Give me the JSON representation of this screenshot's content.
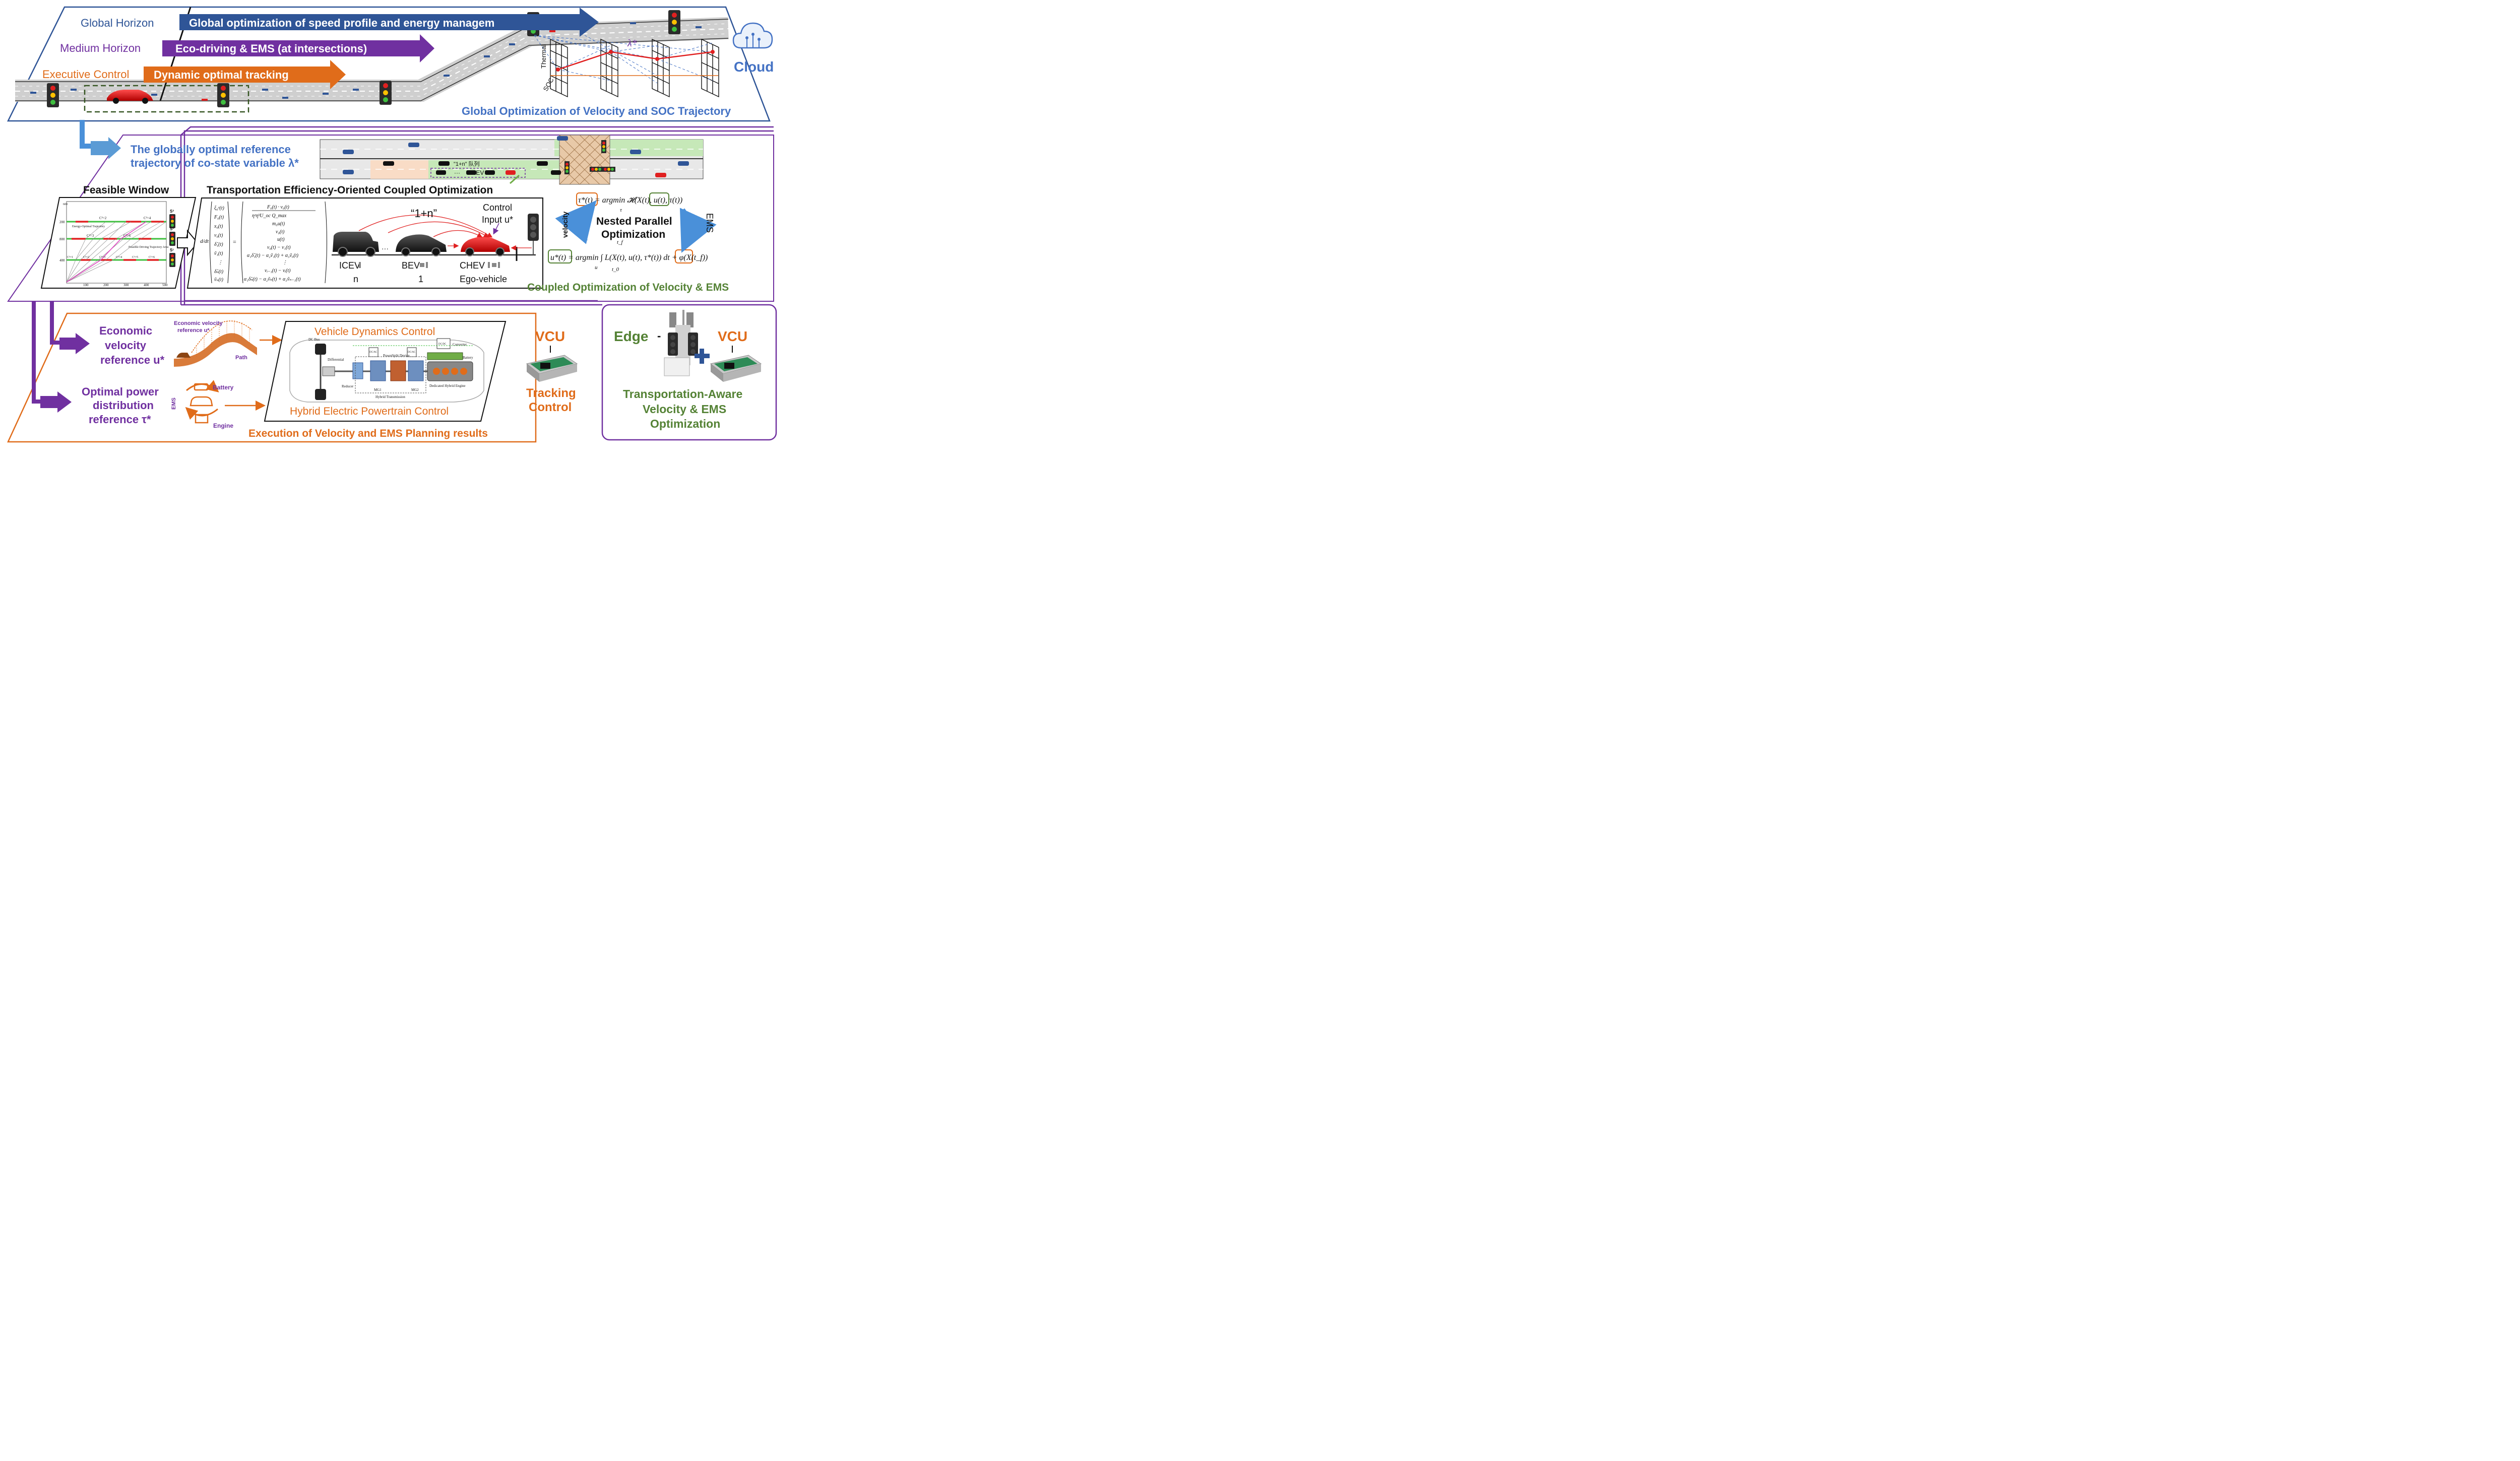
{
  "colors": {
    "blue": "#2f5597",
    "blue_text": "#4472c4",
    "purple": "#7030a0",
    "orange": "#e06c1a",
    "green": "#548235",
    "road": "#d9d9d9",
    "red": "#e02020"
  },
  "top": {
    "global_horizon": "Global Horizon",
    "medium_horizon": "Medium Horizon",
    "executive_control": "Executive Control",
    "arrow_global": "Global optimization of speed profile and energy managem",
    "arrow_medium": "Eco-driving & EMS (at intersections)",
    "arrow_dynamic": "Dynamic optimal tracking",
    "thermal": "Thermal",
    "soc": "SOC",
    "lambda": "λ*",
    "cloud_label": "Cloud",
    "title": "Global Optimization of Velocity and SOC Trajectory"
  },
  "middle": {
    "reference_line1": "The globally optimal reference",
    "reference_line2": "trajectory of co-state variable λ*",
    "feasible_window_title": "Feasible Window",
    "coupled_title": "Transportation Efficiency-Oriented Coupled Optimization",
    "platoon_label": "\"1+n\" 队列",
    "platoon_dots": "···",
    "platoon_chev": "CHEV",
    "platoon_quote": "“1+n”",
    "control_input": "Control",
    "control_input2": "Input u*",
    "icev": "ICEV",
    "icev_n": "n",
    "bev": "BEV",
    "bev_n": "1",
    "chev": "CHEV",
    "ego": "Ego-vehicle",
    "tau_eq": "τ*(t) = argmin 𝓗(X(t), u(t), τ(t))",
    "tau_sub": "τ",
    "u_eq": "u*(t) = argmin ∫ L(X(t), u(t), τ*(t)) dt + φ(X(t_f))",
    "u_sub": "u",
    "int_upper": "t_f",
    "int_lower": "t_0",
    "nested_line1": "Nested Parallel",
    "nested_line2": "Optimization",
    "velocity_label": "velocity",
    "ems_label": "EMS",
    "coupled_caption": "Coupled Optimization of Velocity & EMS"
  },
  "feasible_chart": {
    "y_ticks": [
      "600",
      "200",
      "800",
      "400"
    ],
    "x_ticks": [
      "100",
      "200",
      "300",
      "400",
      "500"
    ],
    "lane_labels": {
      "top": [
        "C³=2",
        "C³=4"
      ],
      "middle": [
        "C²=3",
        "C²=6"
      ],
      "bottom": [
        "C¹=1",
        "C¹=2",
        "C¹=3",
        "C¹=4",
        "C¹=5",
        "C¹=6"
      ]
    },
    "annotation_energy": "Energy-Optimal Trajectory",
    "annotation_feasible": "Feasible Driving Trajectory Area",
    "signals": [
      "S³",
      "S²",
      "S¹"
    ]
  },
  "equation": {
    "ddt": "d/dt",
    "lhs": [
      "ξ₀ᵉ(t)",
      "F₀(t)",
      "x₀(t)",
      "v₀(t)",
      "δ̃₁(t)",
      "ṽ₁(t)",
      "⋮",
      "δ̃ₙ(t)",
      "ṽₙ(t)"
    ],
    "rhs": [
      "F₀(t) · v₀(t)",
      "ηᵉηᵇU_oc Q_max",
      "m₀u(t)",
      "v₀(t)",
      "u(t)",
      "v₀(t) − v₁(t)",
      "α₁δ̃₁(t) − α₂ṽ₁(t) + α₃ṽ₀(t)",
      "⋮",
      "vᵢ₋₁(t) − vᵢ(t)",
      "α₁δ̃ₙ(t) − α₂ṽₙ(t) + α₃ṽₙ₋₁(t)"
    ]
  },
  "bottom": {
    "economic_line1": "Economic",
    "economic_line2": "velocity",
    "economic_line3": "reference u*",
    "econ_small_line1": "Economic velocity",
    "econ_small_line2": "reference u*",
    "path": "Path",
    "optimal_line1": "Optimal power",
    "optimal_line2": "distribution",
    "optimal_line3": "reference τ*",
    "battery": "Battery",
    "engine": "Engine",
    "ems_small": "EMS",
    "vehicle_dynamics": "Vehicle Dynamics Control",
    "hybrid_control": "Hybrid Electric Powertrain Control",
    "dc_bus": "DC Bus",
    "converter": "Converter",
    "battery_lbl": "Battery",
    "differential": "Differential",
    "power_split": "PowerSplit Device",
    "reducer": "Reducer",
    "mg1": "MG1",
    "mg2": "MG2",
    "dhe": "Dedicated Hybrid Engine",
    "hybrid_transmission": "Hybrid Transmission",
    "dcac": "DC/AC",
    "dcdc": "DC/DC",
    "vcu_top": "VCU",
    "tracking_line1": "Tracking",
    "tracking_line2": "Control",
    "execution_caption": "Execution of Velocity and EMS Planning results"
  },
  "right": {
    "edge": "Edge",
    "dash": "-",
    "vcu": "VCU",
    "plus": "+",
    "aware_line1": "Transportation-Aware",
    "aware_line2": "Velocity & EMS",
    "aware_line3": "Optimization"
  }
}
